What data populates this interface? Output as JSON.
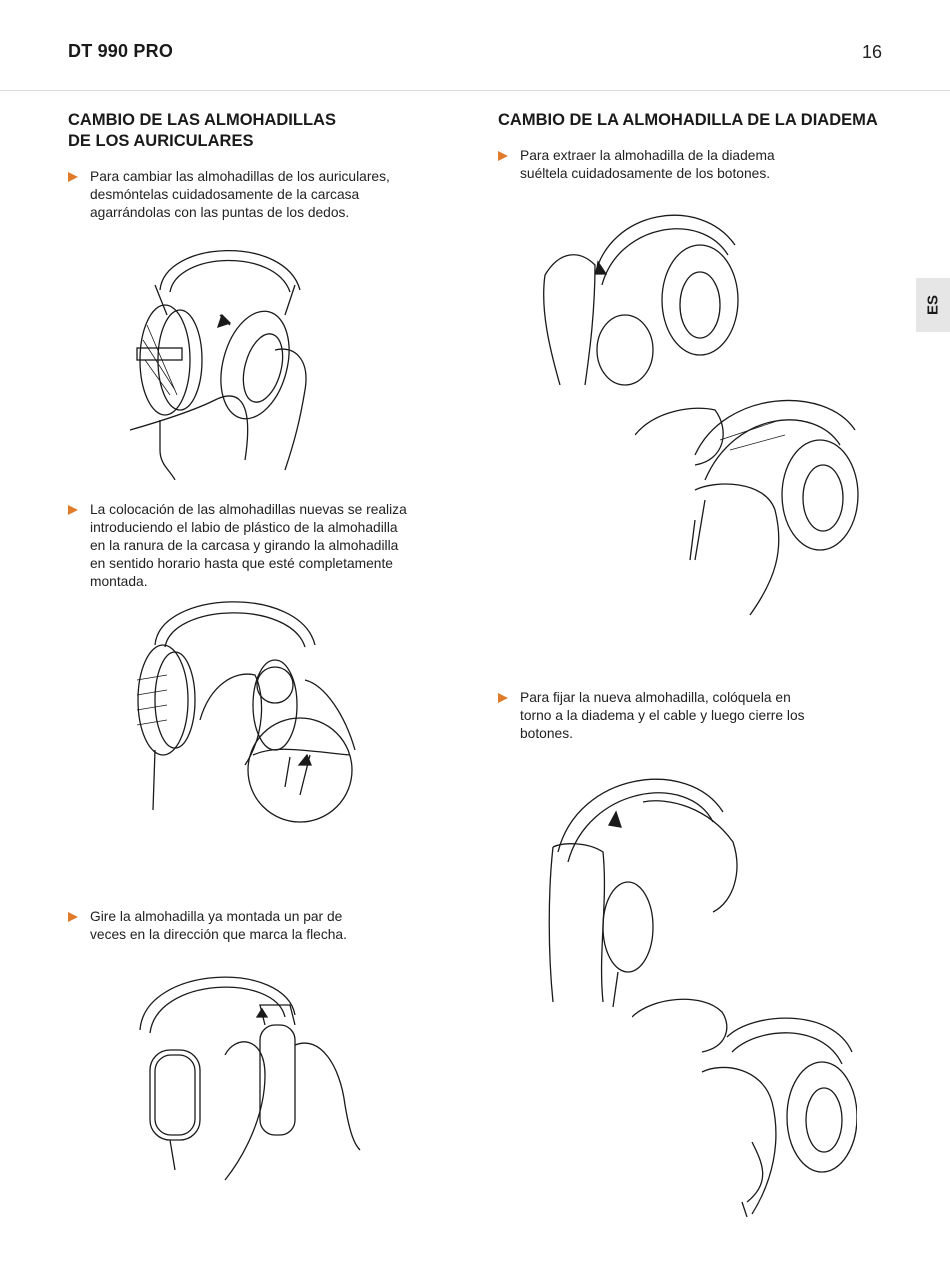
{
  "header": {
    "title": "DT 990 PRO",
    "page_number": "16"
  },
  "lang_tab": "ES",
  "colors": {
    "accent": "#e07b2a",
    "tab_bg": "#e6e6e6",
    "rule": "#d9d9d9"
  },
  "left": {
    "title_line1": "CAMBIO DE LAS ALMOHADILLAS",
    "title_line2": "DE LOS AURICULARES",
    "steps": [
      {
        "lines": [
          "Para cambiar las almohadillas de los auriculares,",
          "desmóntelas cuidadosamente de la carcasa",
          "agarrándolas con las puntas de los dedos."
        ]
      },
      {
        "lines": [
          "La colocación de las almohadillas nuevas se realiza",
          "introduciendo el labio de plástico de la almohadilla",
          "en la ranura de la carcasa y girando la almohadilla",
          "en sentido horario hasta que esté completamente",
          "montada."
        ]
      },
      {
        "lines": [
          "Gire la almohadilla ya montada un par de",
          "veces en la dirección que marca la flecha."
        ]
      }
    ]
  },
  "right": {
    "title": "CAMBIO DE LA ALMOHADILLA DE LA DIADEMA",
    "steps": [
      {
        "lines": [
          "Para extraer la almohadilla de la diadema",
          "suéltela cuidadosamente de los botones."
        ]
      },
      {
        "lines": [
          "Para fijar la nueva almohadilla, colóquela en",
          "torno a la diadema y el cable y luego cierre los",
          "botones."
        ]
      }
    ]
  }
}
